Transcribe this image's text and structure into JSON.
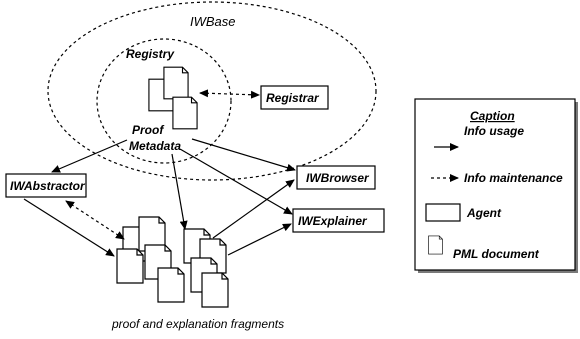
{
  "diagram": {
    "iwbase_label": "IWBase",
    "registry_label": "Registry",
    "proof_label": "Proof",
    "metadata_label": "Metadata",
    "fragments_label": "proof and explanation fragments",
    "agents": {
      "registrar": "Registrar",
      "iwabstractor": "IWAbstractor",
      "iwbrowser": "IWBrowser",
      "iwexplainer": "IWExplainer"
    }
  },
  "caption": {
    "title": "Caption",
    "items": [
      {
        "label": "Info usage",
        "icon": "solid-arrow-icon"
      },
      {
        "label": "Info maintenance",
        "icon": "dashed-arrow-icon"
      },
      {
        "label": "Agent",
        "icon": "agent-box-icon"
      },
      {
        "label": "PML document",
        "icon": "document-icon"
      }
    ]
  }
}
